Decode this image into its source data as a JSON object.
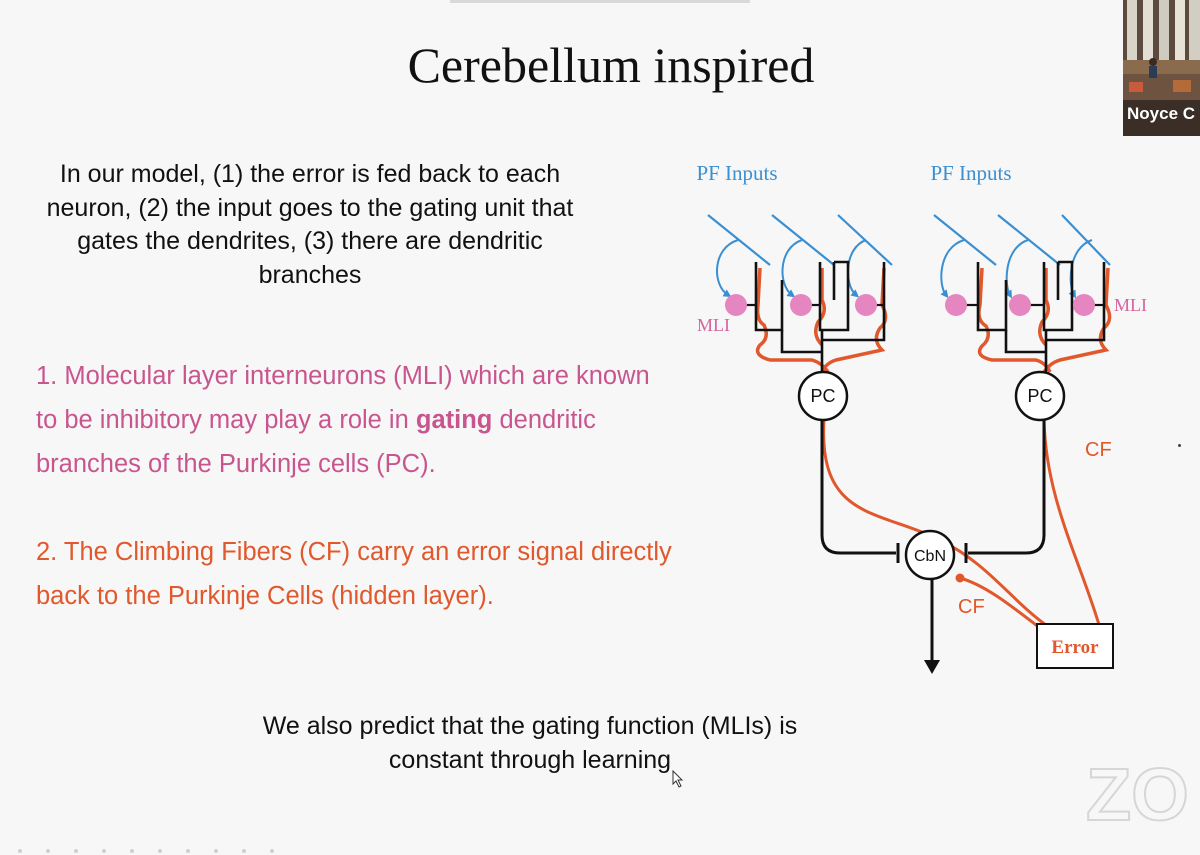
{
  "slide": {
    "title": "Cerebellum inspired",
    "intro": "In our model, (1) the error is fed back to each neuron, (2) the input goes to the gating unit that gates the dendrites, (3) there are dendritic branches",
    "point1_before": "1. Molecular layer interneurons (MLI) which are known to be inhibitory may play a role in ",
    "point1_bold": "gating",
    "point1_after": " dendritic branches of the Purkinje cells (PC).",
    "point2": "2. The Climbing Fibers (CF) carry an error signal directly back to the Purkinje Cells (hidden layer).",
    "bottom_text": "We also predict that the gating function (MLIs) is constant through learning"
  },
  "diagram": {
    "pf_inputs_left": "PF Inputs",
    "pf_inputs_right": "PF Inputs",
    "mli_left": "MLI",
    "mli_right": "MLI",
    "pc_left": "PC",
    "pc_right": "PC",
    "cbn": "CbN",
    "cf_upper": "CF",
    "cf_lower": "CF",
    "error": "Error"
  },
  "video": {
    "participant_name": "Noyce C"
  },
  "watermark": "ZO",
  "icons": [
    "mouse-cursor-icon",
    "pf-input-arrow-icon",
    "output-arrow-icon"
  ],
  "colors": {
    "pf_blue": "#3a8fd1",
    "mli_pink": "#d4649f",
    "cf_red": "#e0582b",
    "pink_text": "#c9558f",
    "orange_text": "#e0582b"
  }
}
